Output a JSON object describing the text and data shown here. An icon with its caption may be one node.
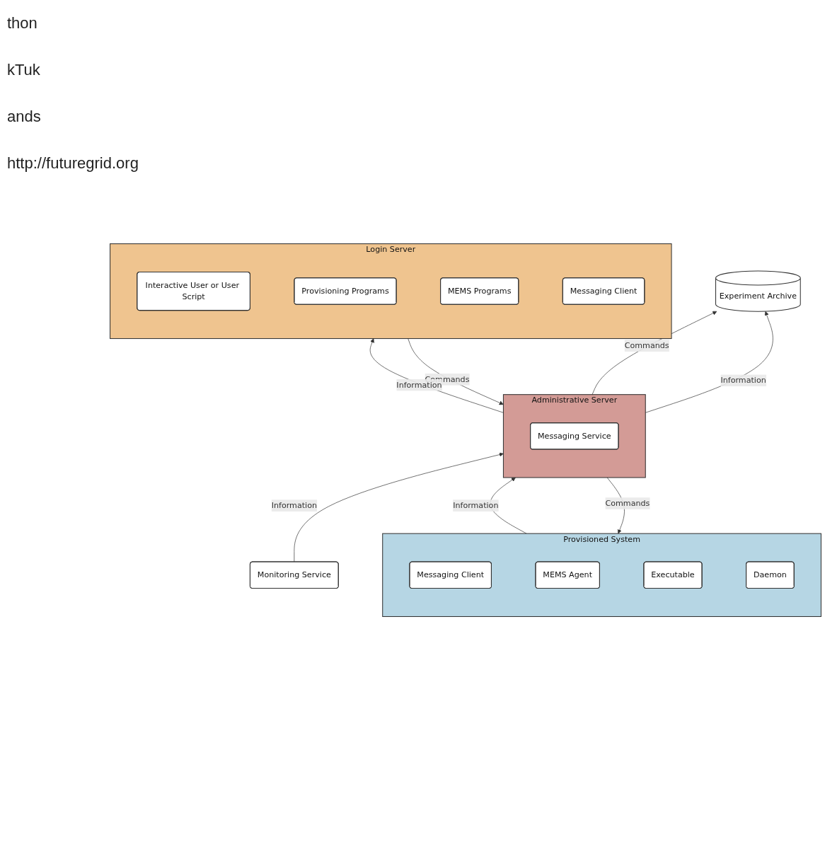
{
  "diagram": {
    "nodes": [
      {
        "text": [
          "Login Server"
        ]
      },
      {
        "text": [
          "Interactive User or User Script"
        ],
        "in": 0
      },
      {
        "text": [
          "Provisioning Programs"
        ],
        "in": 0
      },
      {
        "text": [
          "MEMS Programs"
        ],
        "in": 0
      },
      {
        "text": [
          "Messaging Client"
        ],
        "in": 0
      },
      {
        "text": [
          "Monitoring Service"
        ]
      },
      {
        "text": [
          "Administrative Server"
        ]
      },
      {
        "text": [
          "Messaging Service"
        ],
        "in": 6
      },
      {
        "text": [
          "Experiment Archive"
        ]
      },
      {
        "text": [
          "Provisioned System"
        ]
      },
      {
        "text": [
          "Messaging Client"
        ],
        "in": 9
      },
      {
        "text": [
          "MEMS Agent"
        ],
        "in": 9
      },
      {
        "text": [
          "Executable"
        ],
        "in": 9
      },
      {
        "text": [
          "Daemon"
        ],
        "in": 9
      }
    ],
    "edges": [
      {
        "from": 0,
        "to": 6,
        "arrow": "to",
        "label": "Commands"
      },
      {
        "from": 6,
        "to": 0,
        "arrow": "to",
        "label": "Information"
      },
      {
        "from": 5,
        "to": 6,
        "arrow": "to",
        "label": "Information"
      },
      {
        "from": 6,
        "to": 8,
        "arrow": "to",
        "label": "Commands"
      },
      {
        "from": 6,
        "to": 8,
        "arrow": "to",
        "label": "Information"
      },
      {
        "from": 6,
        "to": 9,
        "arrow": "to",
        "label": "Commands"
      },
      {
        "from": 9,
        "to": 6,
        "arrow": "to",
        "label": "Information"
      }
    ],
    "labels": [
      "thon",
      "kTuk",
      "ands",
      "http://futuregrid.org"
    ]
  }
}
